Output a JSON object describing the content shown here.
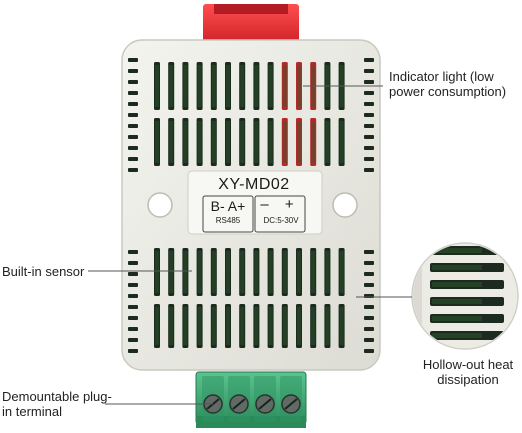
{
  "plate": {
    "model": "XY-MD02",
    "pins_left": "B- A+",
    "pins_left_sub": "RS485",
    "pins_right": "–  +",
    "pins_right_sub": "DC:5-30V"
  },
  "callouts": {
    "indicator": "Indicator light (low power consumption)",
    "sensor": "Built-in sensor",
    "hollow": "Hollow-out heat dissipation",
    "terminal": "Demountable plug-in terminal"
  },
  "colors": {
    "housing": "#ecece6",
    "slot": "#1c2a1f",
    "pcb_green": "#2f5a2a",
    "terminal_green": "#3aa872",
    "connector_red": "#e8363a",
    "led_red": "#b22a2a"
  },
  "icons": [
    "screw-icon"
  ]
}
